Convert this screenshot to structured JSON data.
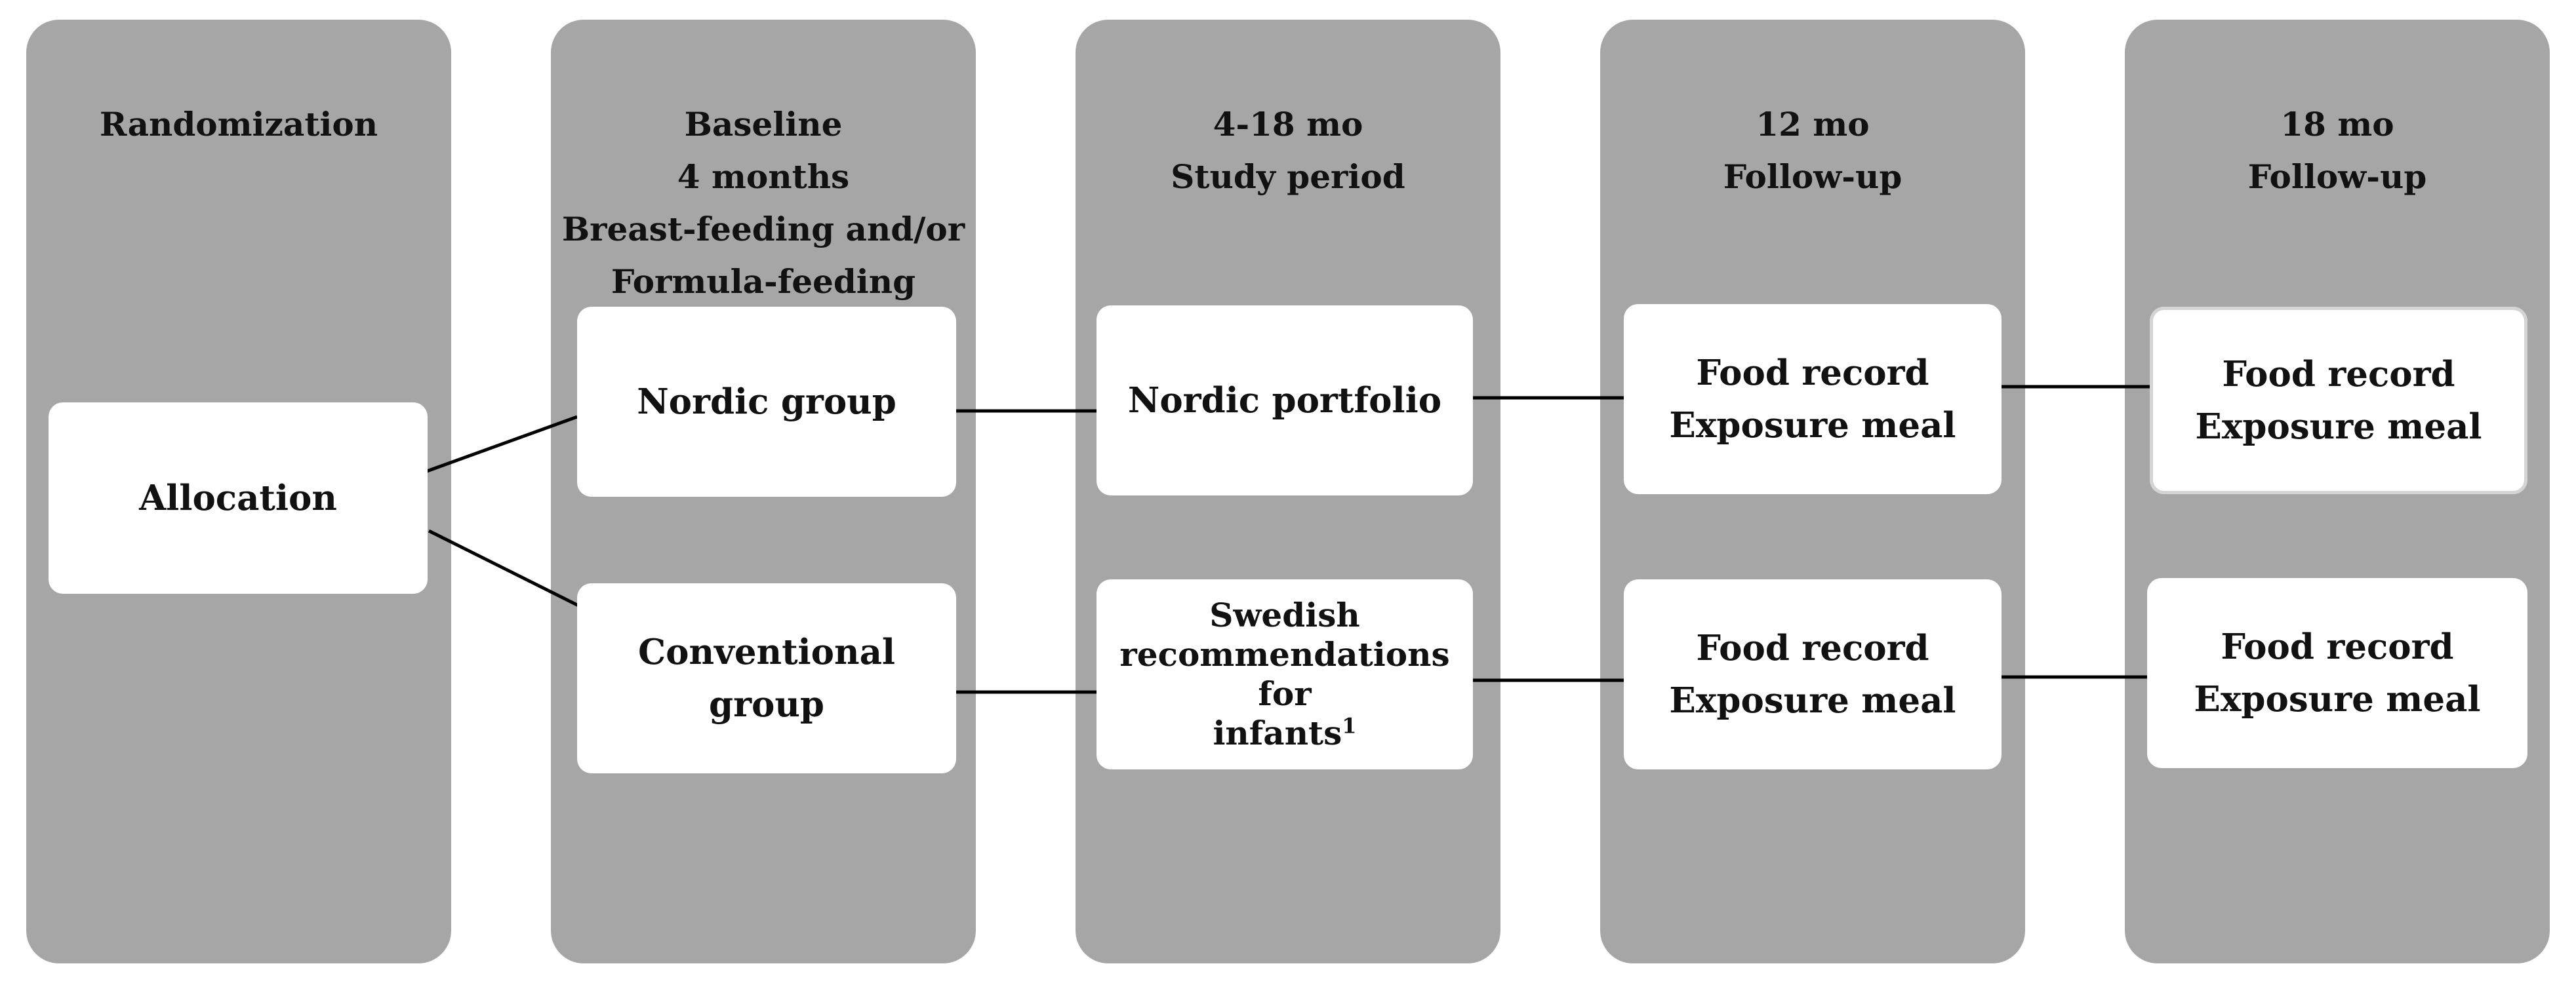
{
  "columns": [
    {
      "title_lines": [
        "Randomization"
      ]
    },
    {
      "title_lines": [
        "Baseline",
        "4 months",
        "Breast-feeding and/or",
        "Formula-feeding"
      ]
    },
    {
      "title_lines": [
        "4-18 mo",
        "Study period"
      ]
    },
    {
      "title_lines": [
        "12 mo",
        "Follow-up"
      ]
    },
    {
      "title_lines": [
        "18 mo",
        "Follow-up"
      ]
    }
  ],
  "boxes": {
    "allocation": [
      "Allocation"
    ],
    "nordic_group": [
      "Nordic group"
    ],
    "conventional_group": [
      "Conventional group"
    ],
    "nordic_portfolio": [
      "Nordic portfolio"
    ],
    "swedish_recommendations": {
      "lines": [
        "Swedish",
        "recommendations for"
      ],
      "last_line": "infants",
      "footnote_marker": "1"
    },
    "followup_12_top": [
      "Food record",
      "Exposure meal"
    ],
    "followup_12_bottom": [
      "Food record",
      "Exposure meal"
    ],
    "followup_18_top": [
      "Food record",
      "Exposure meal"
    ],
    "followup_18_bottom": [
      "Food record",
      "Exposure meal"
    ]
  },
  "colors": {
    "column_background": "#a6a6a6",
    "box_background": "#ffffff",
    "connector": "#000000"
  }
}
